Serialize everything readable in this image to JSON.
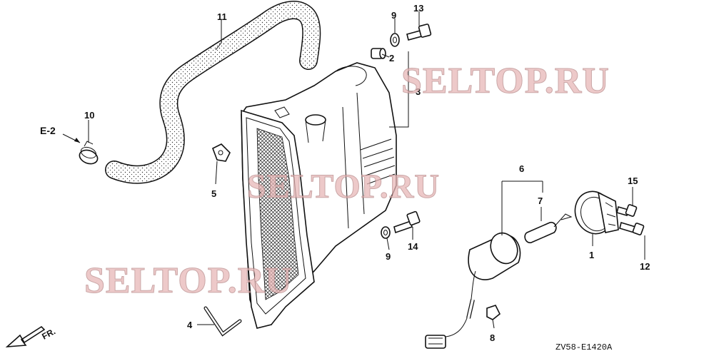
{
  "diagram": {
    "callouts": {
      "p1": "1",
      "p2": "2",
      "p3": "3",
      "p4": "4",
      "p5": "5",
      "p6": "6",
      "p7": "7",
      "p8": "8",
      "p9a": "9",
      "p9b": "9",
      "p10": "10",
      "p11": "11",
      "p12": "12",
      "p13": "13",
      "p14": "14",
      "p15": "15"
    },
    "reference_label": "E-2",
    "direction_label": "FR.",
    "drawing_code": "ZV58-E1420A",
    "watermark": "SELTOP.RU"
  }
}
